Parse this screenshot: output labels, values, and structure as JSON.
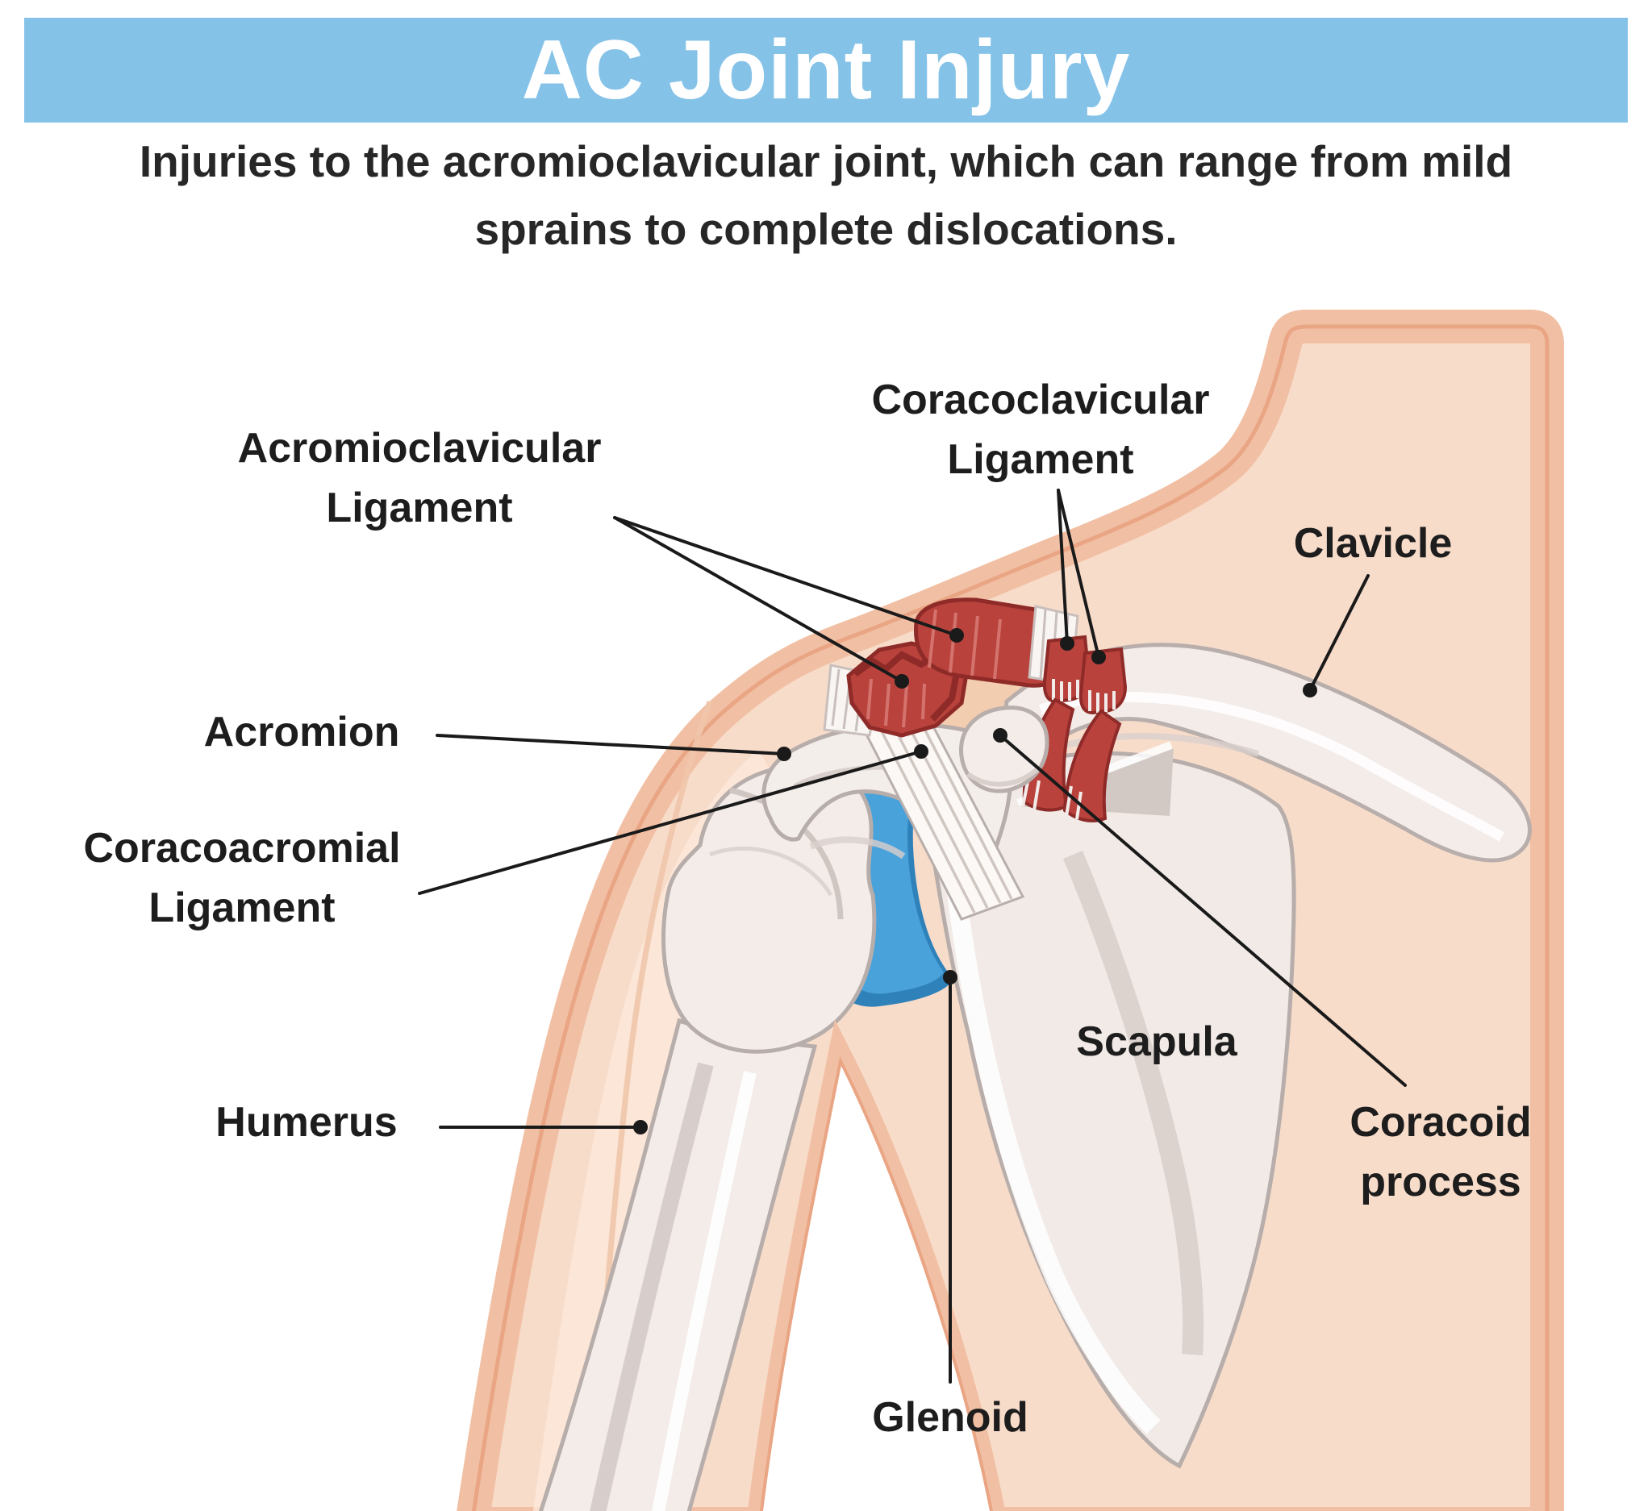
{
  "header": {
    "title": "AC Joint Injury",
    "banner_color": "#85c2e8",
    "title_color": "#ffffff"
  },
  "subtitle": {
    "line1": "Injuries to the acromioclavicular joint, which can range from mild",
    "line2": "sprains to complete dislocations."
  },
  "labels": {
    "acromioclavicular": {
      "line1": "Acromioclavicular",
      "line2": "Ligament"
    },
    "coracoclavicular": {
      "line1": "Coracoclavicular",
      "line2": "Ligament"
    },
    "clavicle": {
      "text": "Clavicle"
    },
    "acromion": {
      "text": "Acromion"
    },
    "coracoacromial": {
      "line1": "Coracoacromial",
      "line2": "Ligament"
    },
    "scapula": {
      "text": "Scapula"
    },
    "coracoid": {
      "line1": "Coracoid",
      "line2": "process"
    },
    "humerus": {
      "text": "Humerus"
    },
    "glenoid": {
      "text": "Glenoid"
    }
  },
  "colors": {
    "skin": "#f8dcca",
    "skin_shadow_band": "#f1c0a4",
    "skin_outline": "#e9a584",
    "arm_highlight": "#fce9db",
    "bone": "#f3ece8",
    "bone_outline": "#b7adaa",
    "bone_shadow": "#d9d0cc",
    "cartilage_blue": "#4aa2da",
    "cartilage_blue_dark": "#2f81ba",
    "cartilage_blue_light": "#7fc5ea",
    "ligament_red": "#b9423c",
    "ligament_red_dark": "#8e2b28",
    "ligament_red_light": "#d4736d",
    "ligament_white": "#faf7f5",
    "leader_line": "#1a1a1a",
    "joint_gap_tan": "#f3cdb0"
  }
}
